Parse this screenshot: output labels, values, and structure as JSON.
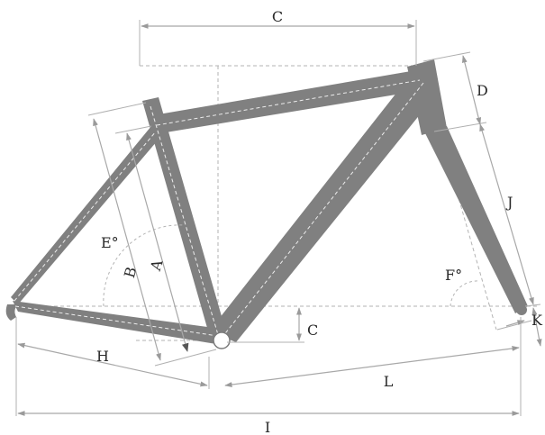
{
  "diagram": {
    "colors": {
      "frame": "#808080",
      "dimension": "#a8a8a8",
      "guide": "#b3b3b3",
      "label": "#2a2a2a"
    },
    "labels": {
      "A": "A",
      "B": "B",
      "C": "C",
      "D": "D",
      "E": "E°",
      "F": "F°",
      "H": "H",
      "I": "I",
      "J": "J",
      "K": "K",
      "L": "L"
    }
  }
}
